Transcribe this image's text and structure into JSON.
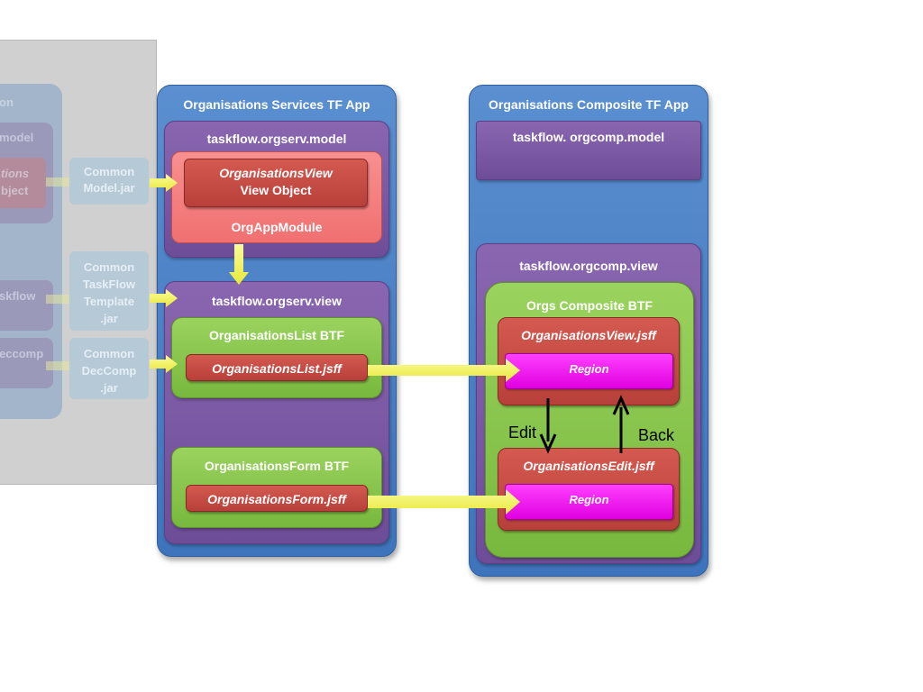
{
  "left_panel": {
    "title_fragment": "on",
    "model_fragment": "model",
    "object_fragment_line1": "tions",
    "object_fragment_line2": "bject",
    "taskflow_fragment": "skflow",
    "deccomp_fragment": "eccomp",
    "jars": [
      {
        "line1": "Common",
        "line2": "Model.jar"
      },
      {
        "line1": "Common",
        "line2": "TaskFlow",
        "line3": "Template",
        "line4": ".jar"
      },
      {
        "line1": "Common",
        "line2": "DecComp",
        "line3": ".jar"
      }
    ]
  },
  "services_app": {
    "title": "Organisations Services  TF App",
    "model": {
      "title": "taskflow.orgserv.model",
      "view_object_line1": "OrganisationsView",
      "view_object_line2": "View Object",
      "app_module": "OrgAppModule"
    },
    "view": {
      "title": "taskflow.orgserv.view",
      "list_btf": {
        "title": "OrganisationsList BTF",
        "jsff": "OrganisationsList.jsff"
      },
      "form_btf": {
        "title": "OrganisationsForm BTF",
        "jsff": "OrganisationsForm.jsff"
      }
    }
  },
  "composite_app": {
    "title": "Organisations Composite TF App",
    "model": {
      "title": "taskflow. orgcomp.model"
    },
    "view": {
      "title": "taskflow.orgcomp.view",
      "btf": {
        "title": "Orgs Composite BTF",
        "view_jsff": "OrganisationsView.jsff",
        "view_region": "Region",
        "edit_jsff": "OrganisationsEdit.jsff",
        "edit_region": "Region"
      }
    }
  },
  "arrows": {
    "edit": "Edit",
    "back": "Back"
  },
  "colors": {
    "blue": "#4a80c4",
    "purple": "#7a57a3",
    "pink": "#f47e7e",
    "red": "#c44a44",
    "green": "#86c44a",
    "magenta": "#ee00ee",
    "arrow_yellow": "#f5f542"
  }
}
